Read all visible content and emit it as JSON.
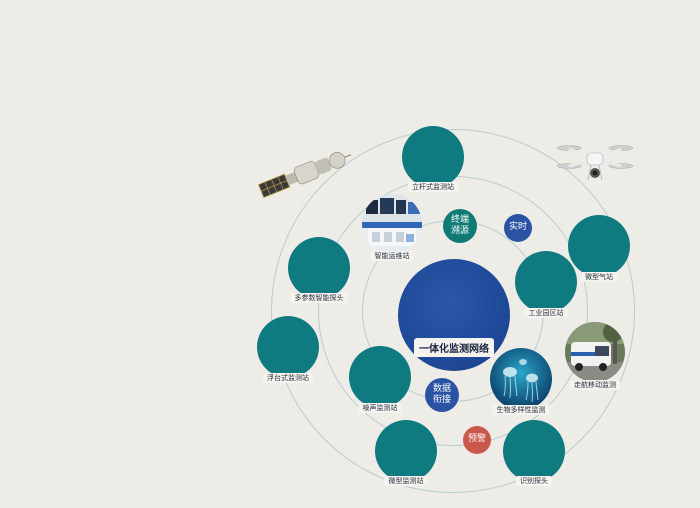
{
  "diagram": {
    "center": {
      "label": "一体化监测网络"
    },
    "nodes": [
      {
        "id": "pole",
        "label": "立杆式监测站"
      },
      {
        "id": "micro-weather",
        "label": "微型气站"
      },
      {
        "id": "multi-probe",
        "label": "多参数智能探头"
      },
      {
        "id": "industrial",
        "label": "工业园区站"
      },
      {
        "id": "floating",
        "label": "浮台式监测站"
      },
      {
        "id": "noise",
        "label": "噪声监测站"
      },
      {
        "id": "micro-station",
        "label": "微型监测站"
      },
      {
        "id": "id-probe",
        "label": "识别探头"
      }
    ],
    "photo_nodes": [
      {
        "id": "ops",
        "label": "智能运维站"
      },
      {
        "id": "mobile",
        "label": "走航移动监测"
      },
      {
        "id": "biodiversity",
        "label": "生物多样性监测"
      }
    ],
    "tags": {
      "trace": {
        "line1": "终端",
        "line2": "溯源"
      },
      "realtime": {
        "label": "实时"
      },
      "data": {
        "line1": "数据",
        "line2": "衔接"
      },
      "alert": {
        "label": "预警"
      }
    },
    "colors": {
      "background": "#eeece6",
      "teal": "#0f7a80",
      "center_blue": "#1f4a99",
      "tag_blue": "#2b53a4",
      "tag_teal": "#107a75",
      "alert_red": "#c9574b",
      "ring": "#b9cdcf"
    }
  }
}
